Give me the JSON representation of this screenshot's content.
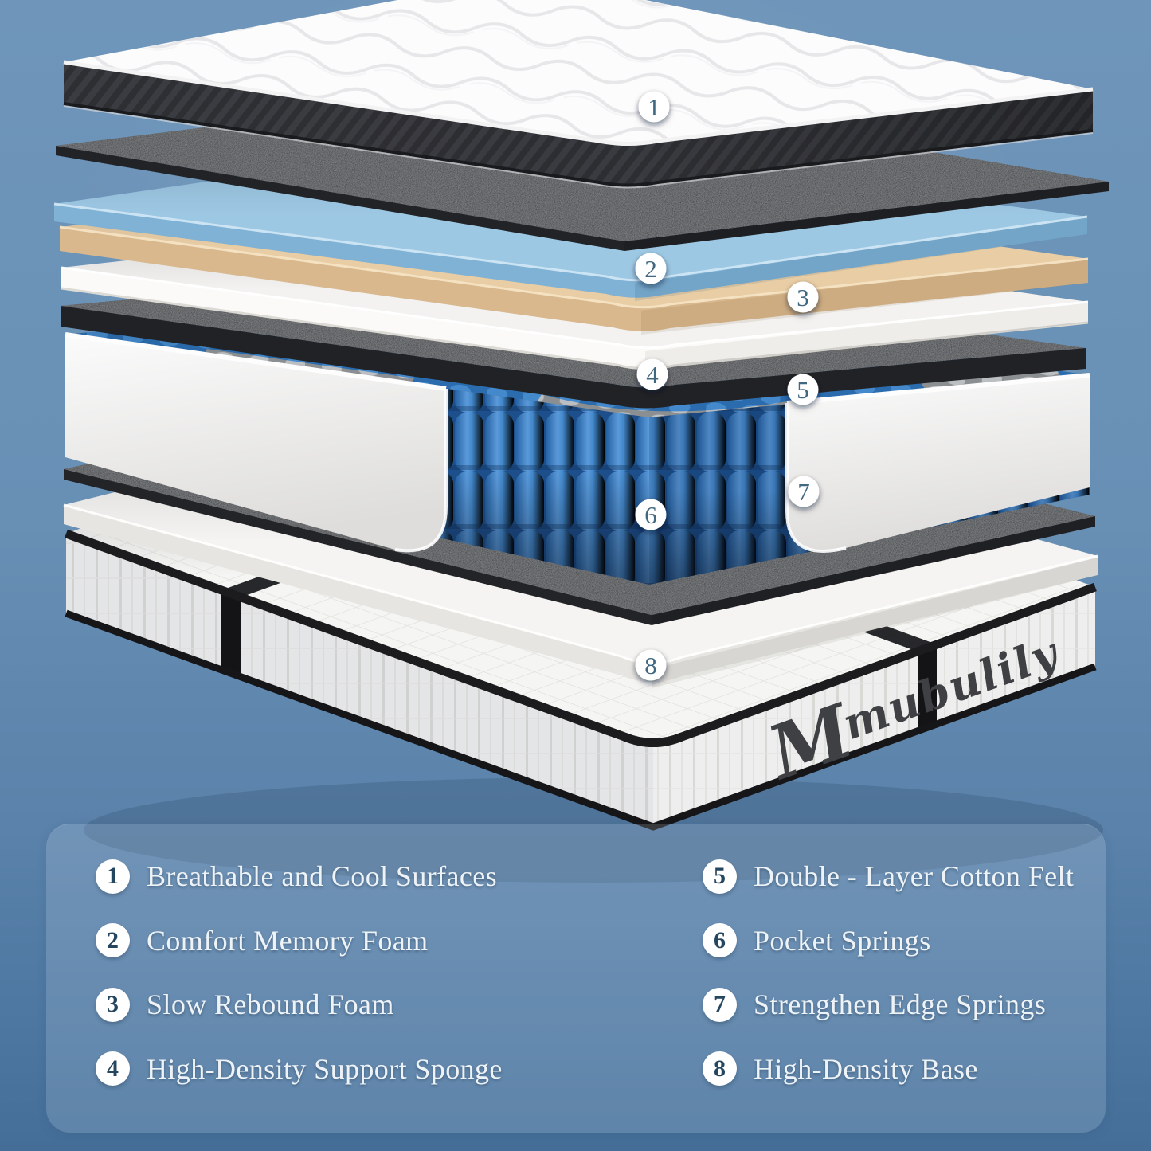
{
  "product_diagram": {
    "markers": [
      "1",
      "2",
      "3",
      "4",
      "5",
      "6",
      "7",
      "8"
    ],
    "brand": {
      "logo_mark": "M",
      "logo_text": "mubulily"
    }
  },
  "legend": {
    "items": [
      {
        "number": "1",
        "label": "Breathable and Cool Surfaces"
      },
      {
        "number": "2",
        "label": "Comfort Memory Foam"
      },
      {
        "number": "3",
        "label": "Slow Rebound Foam"
      },
      {
        "number": "4",
        "label": "High-Density Support Sponge"
      },
      {
        "number": "5",
        "label": "Double - Layer Cotton Felt"
      },
      {
        "number": "6",
        "label": "Pocket Springs"
      },
      {
        "number": "7",
        "label": "Strengthen Edge Springs"
      },
      {
        "number": "8",
        "label": "High-Density Base"
      }
    ]
  },
  "colors": {
    "background_top": "#6f96ba",
    "background_bottom": "#446e98",
    "legend_panel_tint": "#8aa6c0",
    "marker_circle": "#ffffff",
    "marker_number": "#3f6780",
    "legend_number": "#24465f",
    "legend_text": "#eef3f7",
    "memory_foam_blue": "#8fc0de",
    "foam_tan": "#e3c59c",
    "felt_charcoal": "#2b2c2f",
    "spring_blue": "#3a7fc1",
    "mattress_white": "#f6f5f3",
    "band_charcoal": "#303135",
    "logo_color": "#3e4043"
  }
}
